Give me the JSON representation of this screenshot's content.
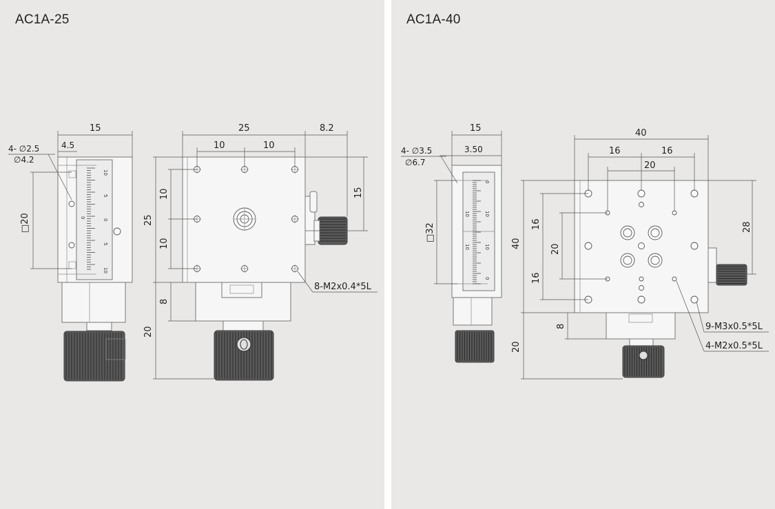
{
  "panels": [
    {
      "title": "AC1A-25",
      "dims": {
        "side_width": "15",
        "side_offset": "4.5",
        "hole_spec_1": "4- ∅2.5",
        "hole_spec_2": "∅4.2",
        "side_square": "□20",
        "top_width": "25",
        "top_spacing_a": "10",
        "top_spacing_b": "10",
        "knob_extension": "8.2",
        "right_height": "15",
        "left_total": "25",
        "left_spacing_a": "10",
        "left_spacing_b": "10",
        "bottom_a": "8",
        "bottom_b": "20",
        "tap_holes": "8-M2x0.4*5L"
      },
      "scale_labels": [
        "10",
        "5",
        "0",
        "5",
        "10"
      ]
    },
    {
      "title": "AC1A-40",
      "dims": {
        "side_width": "15",
        "side_offset": "3.50",
        "hole_spec_1": "4- ∅3.5",
        "hole_spec_2": "∅6.7",
        "side_square": "□32",
        "top_width": "40",
        "top_spacing_a": "16",
        "top_spacing_b": "16",
        "top_inner": "20",
        "right_height": "28",
        "left_total": "40",
        "left_spacing_a": "16",
        "left_inner": "20",
        "left_spacing_b": "16",
        "bottom_a": "8",
        "bottom_b": "20",
        "tap_holes_a": "9-M3x0.5*5L",
        "tap_holes_b": "4-M2x0.5*5L"
      },
      "scale_labels": [
        "0",
        "10",
        "10",
        "0"
      ]
    }
  ]
}
